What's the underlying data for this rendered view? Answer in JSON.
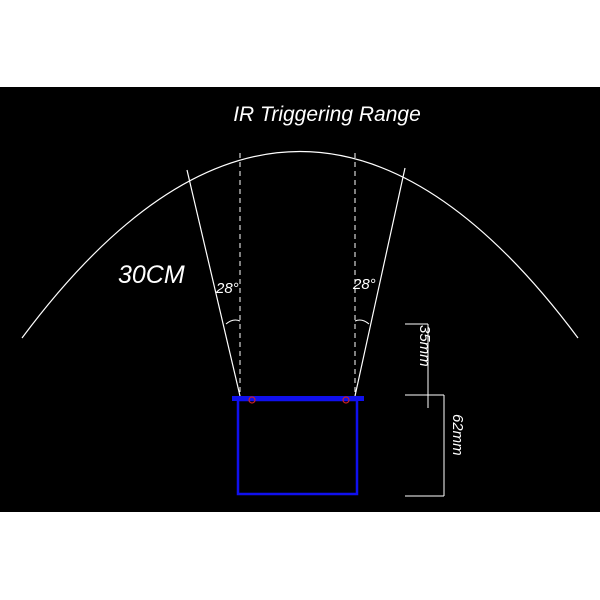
{
  "diagram": {
    "title": "IR Triggering Range",
    "range_label": "30CM",
    "angle_left": "28°",
    "angle_right": "28°",
    "dim_upper": "35mm",
    "dim_lower": "62mm",
    "colors": {
      "background": "#000000",
      "lines": "#ffffff",
      "board": "#1010ee",
      "sensor": "#cc2222"
    }
  }
}
